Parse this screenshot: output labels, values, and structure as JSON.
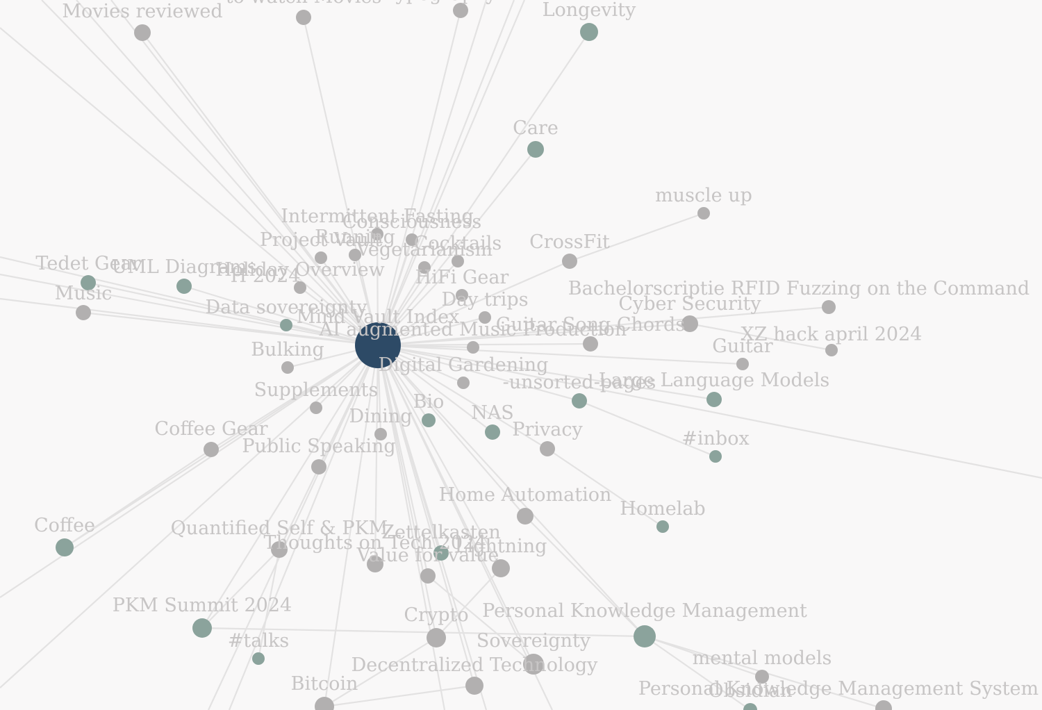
{
  "colors": {
    "background": "#f9f8f8",
    "edge": "#e3e2e2",
    "label": "#c7c5c5",
    "node_default": "#b2b0b0",
    "node_tag": "#8ba39c",
    "node_focus": "#2d4a66"
  },
  "graph": {
    "focus": "Mind Vault Index",
    "nodes": [
      {
        "id": "hub",
        "label": "",
        "kind": "focus"
      },
      {
        "id": "movies_reviewed",
        "label": "Movies reviewed",
        "kind": "default"
      },
      {
        "id": "to_watch",
        "label": "to watch Movies",
        "kind": "default"
      },
      {
        "id": "typography",
        "label": "Typography",
        "kind": "default"
      },
      {
        "id": "longevity",
        "label": "Longevity",
        "kind": "tag"
      },
      {
        "id": "care",
        "label": "Care",
        "kind": "tag"
      },
      {
        "id": "muscle_up",
        "label": "muscle up",
        "kind": "default"
      },
      {
        "id": "crossfit",
        "label": "CrossFit",
        "kind": "default"
      },
      {
        "id": "bachelor",
        "label": "Bachelorscriptie RFID Fuzzing on the Command",
        "kind": "default"
      },
      {
        "id": "cyber",
        "label": "Cyber Security",
        "kind": "default"
      },
      {
        "id": "xz",
        "label": "XZ hack april 2024",
        "kind": "default"
      },
      {
        "id": "guitar",
        "label": "Guitar",
        "kind": "default"
      },
      {
        "id": "llm",
        "label": "Large Language Models",
        "kind": "tag"
      },
      {
        "id": "unsorted",
        "label": "-unsorted-pages",
        "kind": "tag"
      },
      {
        "id": "inbox",
        "label": "#inbox",
        "kind": "tag"
      },
      {
        "id": "privacy",
        "label": "Privacy",
        "kind": "default"
      },
      {
        "id": "nas",
        "label": "NAS",
        "kind": "tag"
      },
      {
        "id": "bio",
        "label": "Bio",
        "kind": "tag"
      },
      {
        "id": "homelab",
        "label": "Homelab",
        "kind": "tag"
      },
      {
        "id": "home_auto",
        "label": "Home Automation",
        "kind": "default"
      },
      {
        "id": "intermittent",
        "label": "Intermittent Fasting",
        "kind": "default"
      },
      {
        "id": "consciousness",
        "label": "Consciousness",
        "kind": "default"
      },
      {
        "id": "running",
        "label": "Running",
        "kind": "default"
      },
      {
        "id": "cocktails",
        "label": "Cocktails",
        "kind": "default"
      },
      {
        "id": "project_vault",
        "label": "Project Vault",
        "kind": "default"
      },
      {
        "id": "vegetarianism",
        "label": "Vegetarianism",
        "kind": "default"
      },
      {
        "id": "hifi",
        "label": "HiFi Gear",
        "kind": "default"
      },
      {
        "id": "tedet",
        "label": "Tedet Gear",
        "kind": "tag"
      },
      {
        "id": "uml",
        "label": "UML Diagrams",
        "kind": "tag"
      },
      {
        "id": "holiday",
        "label": "Holiday Overview",
        "kind": "default"
      },
      {
        "id": "h2024",
        "label": "H 2024",
        "kind": "default"
      },
      {
        "id": "music",
        "label": "Music",
        "kind": "default"
      },
      {
        "id": "data_sov",
        "label": "Data sovereignty",
        "kind": "tag"
      },
      {
        "id": "mind_vault",
        "label": "Mind Vault Index",
        "kind": "default"
      },
      {
        "id": "day_trips",
        "label": "Day trips",
        "kind": "default"
      },
      {
        "id": "ai_music",
        "label": "AI augmented Music Production",
        "kind": "default"
      },
      {
        "id": "guitar_chords",
        "label": "Guitar Song Chords",
        "kind": "default"
      },
      {
        "id": "bulking",
        "label": "Bulking",
        "kind": "default"
      },
      {
        "id": "digital_garden",
        "label": "Digital Gardening",
        "kind": "default"
      },
      {
        "id": "supplements",
        "label": "Supplements",
        "kind": "default"
      },
      {
        "id": "dining",
        "label": "Dining",
        "kind": "default"
      },
      {
        "id": "coffee_gear",
        "label": "Coffee Gear",
        "kind": "default"
      },
      {
        "id": "public_speaking",
        "label": "Public Speaking",
        "kind": "default"
      },
      {
        "id": "coffee",
        "label": "Coffee",
        "kind": "tag"
      },
      {
        "id": "qs_pkm",
        "label": "Quantified Self & PKM",
        "kind": "default"
      },
      {
        "id": "thoughts_tech",
        "label": "Thoughts on Tech 2024",
        "kind": "default"
      },
      {
        "id": "zettelkasten",
        "label": "Zettelkasten",
        "kind": "tag"
      },
      {
        "id": "lightning",
        "label": "Lightning",
        "kind": "default"
      },
      {
        "id": "value_value",
        "label": "Value for value",
        "kind": "default"
      },
      {
        "id": "pkm_summit",
        "label": "PKM Summit 2024",
        "kind": "tag"
      },
      {
        "id": "talks",
        "label": "#talks",
        "kind": "tag"
      },
      {
        "id": "crypto",
        "label": "Crypto",
        "kind": "default"
      },
      {
        "id": "pkm",
        "label": "Personal Knowledge Management",
        "kind": "tag"
      },
      {
        "id": "sovereignty",
        "label": "Sovereignty",
        "kind": "default"
      },
      {
        "id": "mental_models",
        "label": "mental models",
        "kind": "default"
      },
      {
        "id": "decentral",
        "label": "Decentralized Technology",
        "kind": "default"
      },
      {
        "id": "bitcoin",
        "label": "Bitcoin",
        "kind": "default"
      },
      {
        "id": "pkm_system",
        "label": "Personal Knowledge Management System",
        "kind": "default"
      },
      {
        "id": "obsidian",
        "label": "Obsidian",
        "kind": "tag"
      }
    ],
    "edges": [
      [
        "hub",
        "movies_reviewed"
      ],
      [
        "hub",
        "to_watch"
      ],
      [
        "hub",
        "typography"
      ],
      [
        "hub",
        "longevity"
      ],
      [
        "hub",
        "care"
      ],
      [
        "hub",
        "crossfit"
      ],
      [
        "crossfit",
        "muscle_up"
      ],
      [
        "hub",
        "bachelor"
      ],
      [
        "hub",
        "cyber"
      ],
      [
        "cyber",
        "xz"
      ],
      [
        "hub",
        "guitar"
      ],
      [
        "hub",
        "llm"
      ],
      [
        "hub",
        "unsorted"
      ],
      [
        "unsorted",
        "inbox"
      ],
      [
        "hub",
        "privacy"
      ],
      [
        "privacy",
        "homelab"
      ],
      [
        "hub",
        "nas"
      ],
      [
        "hub",
        "bio"
      ],
      [
        "hub",
        "home_auto"
      ],
      [
        "hub",
        "intermittent"
      ],
      [
        "hub",
        "consciousness"
      ],
      [
        "hub",
        "running"
      ],
      [
        "hub",
        "cocktails"
      ],
      [
        "hub",
        "project_vault"
      ],
      [
        "hub",
        "vegetarianism"
      ],
      [
        "hub",
        "hifi"
      ],
      [
        "hub",
        "tedet"
      ],
      [
        "hub",
        "uml"
      ],
      [
        "hub",
        "holiday"
      ],
      [
        "hub",
        "music"
      ],
      [
        "hub",
        "data_sov"
      ],
      [
        "hub",
        "day_trips"
      ],
      [
        "hub",
        "ai_music"
      ],
      [
        "hub",
        "guitar_chords"
      ],
      [
        "hub",
        "bulking"
      ],
      [
        "hub",
        "digital_garden"
      ],
      [
        "hub",
        "supplements"
      ],
      [
        "hub",
        "dining"
      ],
      [
        "hub",
        "coffee_gear"
      ],
      [
        "hub",
        "public_speaking"
      ],
      [
        "hub",
        "coffee"
      ],
      [
        "hub",
        "qs_pkm"
      ],
      [
        "hub",
        "thoughts_tech"
      ],
      [
        "hub",
        "zettelkasten"
      ],
      [
        "hub",
        "lightning"
      ],
      [
        "hub",
        "value_value"
      ],
      [
        "hub",
        "pkm_summit"
      ],
      [
        "hub",
        "crypto"
      ],
      [
        "hub",
        "pkm"
      ],
      [
        "hub",
        "sovereignty"
      ],
      [
        "hub",
        "decentral"
      ],
      [
        "hub",
        "bitcoin"
      ],
      [
        "pkm",
        "mental_models"
      ],
      [
        "pkm",
        "pkm_system"
      ],
      [
        "pkm",
        "obsidian"
      ],
      [
        "pkm",
        "pkm_summit"
      ],
      [
        "home_auto",
        "pkm"
      ],
      [
        "qs_pkm",
        "pkm_summit"
      ],
      [
        "qs_pkm",
        "talks"
      ],
      [
        "crypto",
        "bitcoin"
      ],
      [
        "crypto",
        "lightning"
      ],
      [
        "decentral",
        "bitcoin"
      ],
      [
        "sovereignty",
        "value_value"
      ],
      [
        "coffee_gear",
        "coffee"
      ]
    ]
  }
}
